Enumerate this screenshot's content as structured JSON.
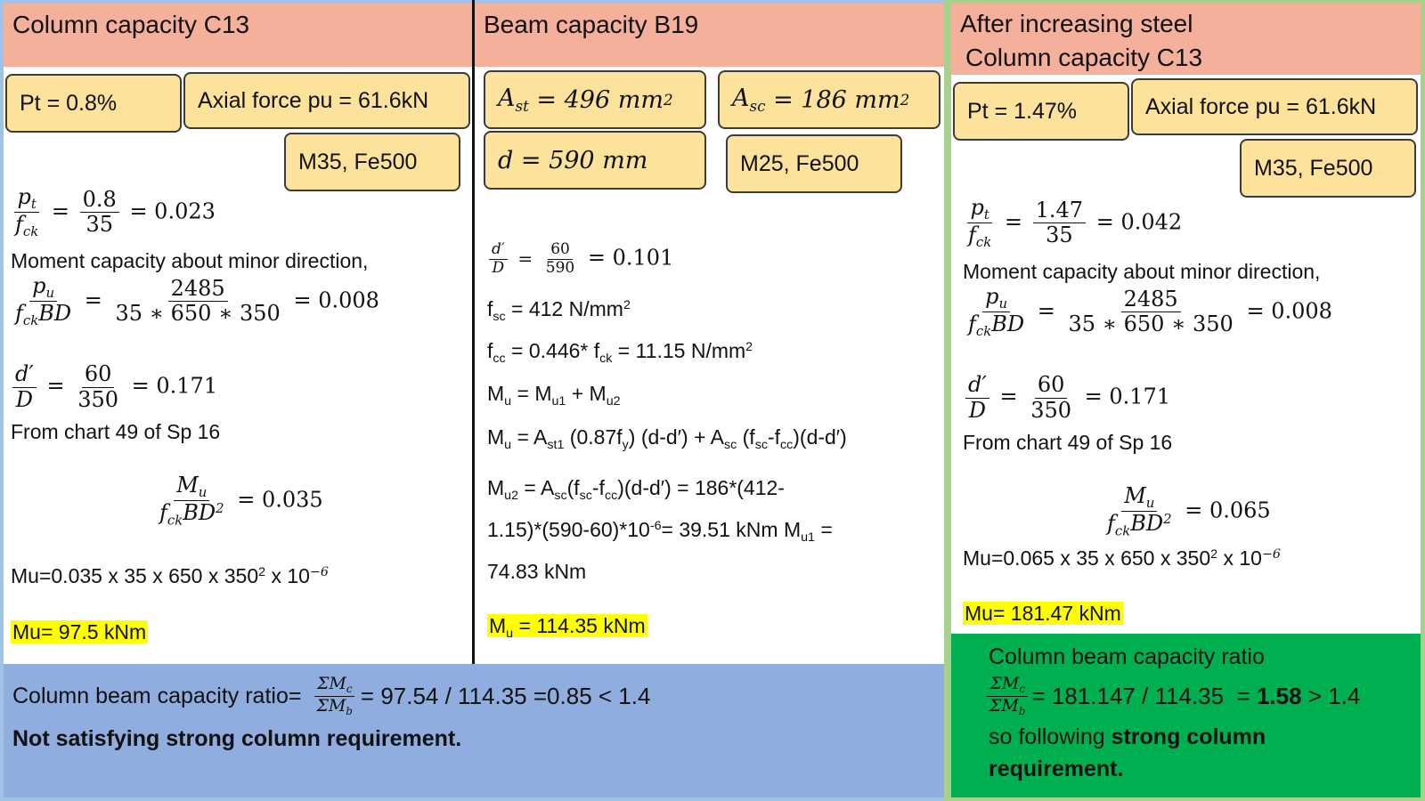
{
  "column": {
    "title": "Column capacity  C13",
    "pt_box": "Pt = 0.8%",
    "axial_box": "Axial force pu = 61.6kN",
    "grade_box": "M35, Fe500",
    "pt_num": "0.8",
    "pt_den": "35",
    "pt_result": "= 0.023",
    "moment_text": "Moment capacity about minor direction,",
    "pu_num": "2485",
    "pu_den": "35 ∗ 650 ∗ 350",
    "pu_result": "= 0.008",
    "d_num": "60",
    "d_den": "350",
    "d_result": "= 0.171",
    "chart_text": "From chart 49 of Sp 16",
    "mu_result": "= 0.035",
    "mu_calc": "Mu=0.035 x 35 x 650 x 350",
    "mu_final": "Mu= 97.5 kNm"
  },
  "beam": {
    "title": "Beam capacity  B19",
    "ast_box": "= 496 mm",
    "asc_box": "= 186 mm",
    "d_box": "d = 590 mm",
    "grade_box": "M25, Fe500",
    "d_num": "60",
    "d_den": "590",
    "d_result": "= 0.101",
    "fsc_value": "= 412 N/mm",
    "fcc_value": "= 0.446* f",
    "fcc_value2": "= 11.15 N/mm",
    "mu_sum": "= M",
    "mu2_line1": "= A",
    "mu2_line1b": "(f",
    "mu2_line1c": "-f",
    "mu2_line1d": ")(d-d′) = 186*(412-",
    "mu2_line2": "1.15)*(590-60)*10",
    "mu2_line2b": "= 39.51 kNm M",
    "mu2_line2c": " =",
    "mu2_line3": "74.83 kNm",
    "mu_final": "= 114.35 kNm"
  },
  "after": {
    "title_line1": "After increasing steel",
    "title_line2": "Column capacity  C13",
    "pt_box": "Pt = 1.47%",
    "axial_box": "Axial force pu = 61.6kN",
    "grade_box": "M35, Fe500",
    "pt_num": "1.47",
    "pt_den": "35",
    "pt_result": "= 0.042",
    "moment_text": "Moment capacity about minor direction,",
    "pu_num": "2485",
    "pu_den": "35 ∗ 650 ∗ 350",
    "pu_result": "= 0.008",
    "d_num": "60",
    "d_den": "350",
    "d_result": "= 0.171",
    "chart_text": "From chart 49 of Sp 16",
    "mu_result": "= 0.065",
    "mu_calc": "Mu=0.065 x 35 x 650 x 350",
    "mu_final": "Mu= 181.47 kNm"
  },
  "summary_left": {
    "label": "Column beam capacity ratio=",
    "frac_num": "ΣM",
    "frac_den": "ΣM",
    "value": "= 97.54 / 114.35  =0.85 < 1.4",
    "conclusion": "Not satisfying strong column requirement."
  },
  "summary_right": {
    "label": "Column beam capacity ratio",
    "frac_num": "ΣM",
    "frac_den": "ΣM",
    "value": "= 181.147 / 114.35  = ",
    "value_bold": "1.58",
    "value_end": " > 1.4",
    "conclusion_pre": "so following ",
    "conclusion_bold1": "strong column",
    "conclusion_bold2": "requirement."
  },
  "colors": {
    "header": "#f4b09a",
    "box": "#fde29b",
    "highlight": "#ffff00",
    "blue_band": "#8fadde",
    "green_band": "#00b050",
    "green_border": "#a9d18e"
  }
}
